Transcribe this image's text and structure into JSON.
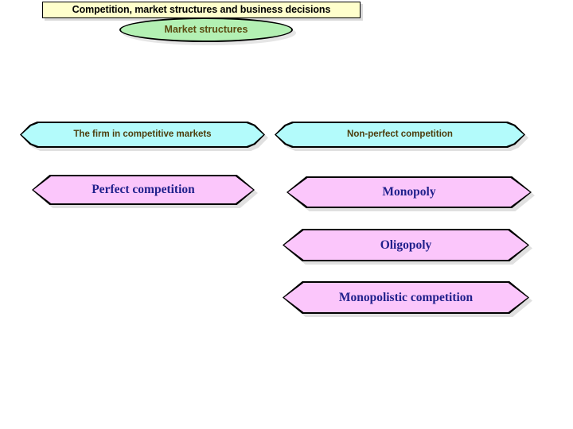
{
  "slide": {
    "title": {
      "text": "Competition, market structures and business decisions",
      "fill_color": "#FFFFCC",
      "text_color": "#000000"
    },
    "topic_ellipse": {
      "text": "Market structures",
      "fill_color": "#B3F0B3",
      "text_color": "#5A4A10"
    },
    "branches": [
      {
        "heading": {
          "text": "The firm in competitive markets",
          "fill_color": "#B3FBFB",
          "text_color": "#4D3D0D"
        },
        "items": [
          {
            "text": "Perfect competition",
            "fill_color": "#FBC6FB",
            "text_color": "#21218C"
          }
        ]
      },
      {
        "heading": {
          "text": "Non-perfect competition",
          "fill_color": "#B3FBFB",
          "text_color": "#4D3D0D"
        },
        "items": [
          {
            "text": "Monopoly",
            "fill_color": "#FBC6FB",
            "text_color": "#21218C"
          },
          {
            "text": "Oligopoly",
            "fill_color": "#FBC6FB",
            "text_color": "#21218C"
          },
          {
            "text": "Monopolistic competition",
            "fill_color": "#FBC6FB",
            "text_color": "#21218C"
          }
        ]
      }
    ]
  }
}
